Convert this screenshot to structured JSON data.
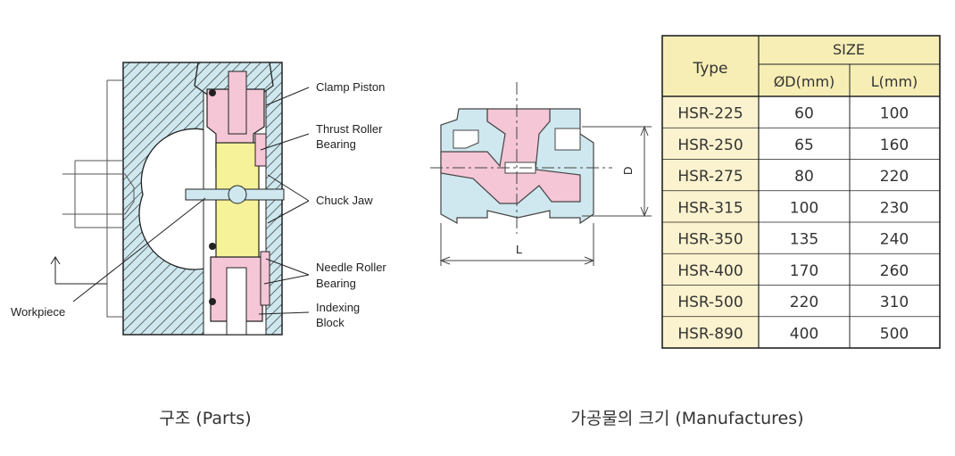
{
  "parts_labels": {
    "clamp_piston": "Clamp Piston",
    "thrust_roller_1": "Thrust Roller",
    "thrust_roller_2": "Bearing",
    "chuck_jaw": "Chuck Jaw",
    "needle_roller_1": "Needle Roller",
    "needle_roller_2": "Bearing",
    "indexing_1": "Indexing",
    "indexing_2": "Block",
    "workpiece": "Workpiece"
  },
  "dimension_labels": {
    "d": "D",
    "l": "L"
  },
  "table": {
    "type_header": "Type",
    "size_header": "SIZE",
    "col_d": "ØD(mm)",
    "col_l": "L(mm)",
    "rows": [
      {
        "type": "HSR-225",
        "d": "60",
        "l": "100"
      },
      {
        "type": "HSR-250",
        "d": "65",
        "l": "160"
      },
      {
        "type": "HSR-275",
        "d": "80",
        "l": "220"
      },
      {
        "type": "HSR-315",
        "d": "100",
        "l": "230"
      },
      {
        "type": "HSR-350",
        "d": "135",
        "l": "240"
      },
      {
        "type": "HSR-400",
        "d": "170",
        "l": "260"
      },
      {
        "type": "HSR-500",
        "d": "220",
        "l": "310"
      },
      {
        "type": "HSR-890",
        "d": "400",
        "l": "500"
      }
    ]
  },
  "captions": {
    "parts": "구조 (Parts)",
    "manufactures": "가공물의 크기 (Manufactures)"
  },
  "colors": {
    "body_blue": "#cfe8ef",
    "piston_pink": "#f4c6d6",
    "jaw_yellow": "#f5f29a",
    "header_beige": "#f7eeb6",
    "type_col_beige": "#fbf3cf"
  }
}
